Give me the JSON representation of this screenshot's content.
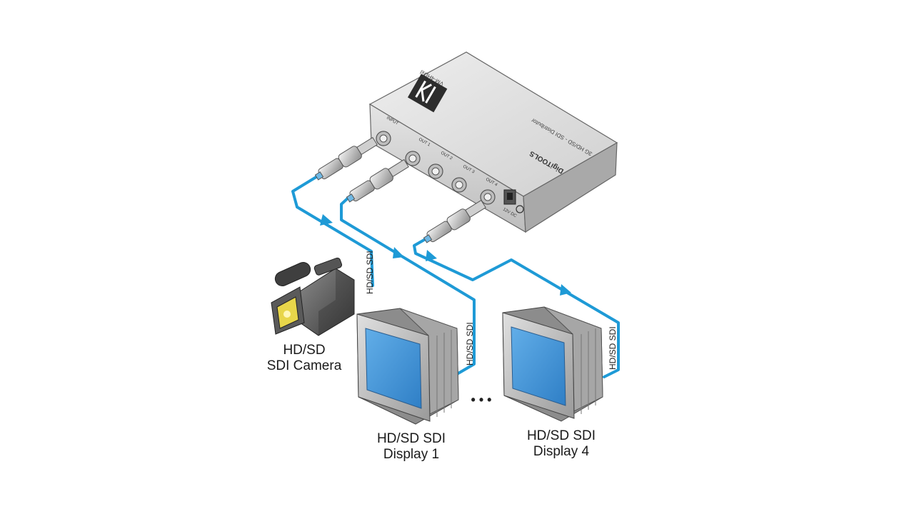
{
  "device": {
    "brand": "DigiTOOLS",
    "model": "VM-4HDxl",
    "title": "3G HD/SD - SDI Distributor",
    "port_labels": {
      "input": "INPUT",
      "out1": "OUT 1",
      "out2": "OUT 2",
      "out3": "OUT 3",
      "out4": "OUT 4",
      "power": "12V DC"
    }
  },
  "cables": {
    "camera_link": "HD/SD SDI",
    "display1_link": "HD/SD SDI",
    "display4_link": "HD/SD SDI"
  },
  "labels": {
    "camera": {
      "line1": "HD/SD",
      "line2": "SDI Camera"
    },
    "display1": {
      "line1": "HD/SD SDI",
      "line2": "Display 1"
    },
    "display4": {
      "line1": "HD/SD SDI",
      "line2": "Display 4"
    },
    "ellipsis": "• • •"
  },
  "colors": {
    "cable": "#1e9ad6",
    "screen": "#3d8fd6",
    "device_body": "#d6d6d6"
  }
}
